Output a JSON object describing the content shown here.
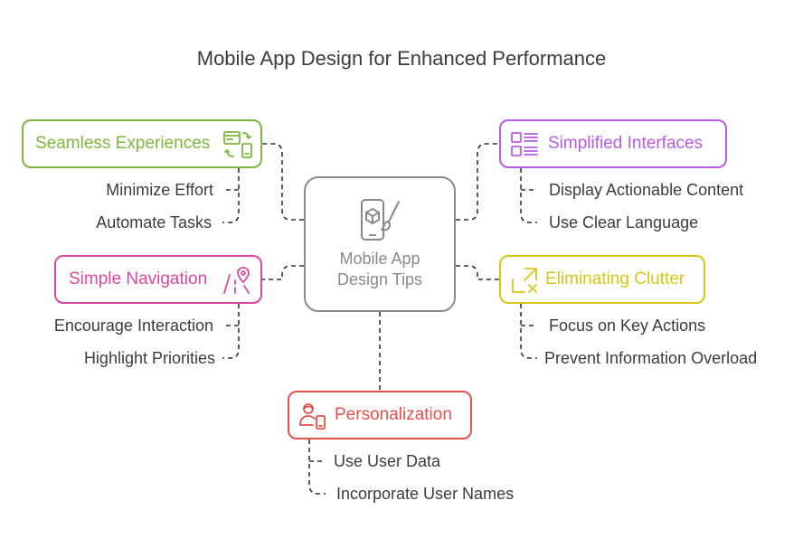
{
  "title": "Mobile App Design for Enhanced Performance",
  "center": {
    "line1": "Mobile App",
    "line2": "Design Tips"
  },
  "branches": {
    "seamless": {
      "label": "Seamless Experiences",
      "icon": "device-sync-icon",
      "color": "#7fb640",
      "items": [
        "Minimize Effort",
        "Automate Tasks"
      ]
    },
    "simplified": {
      "label": "Simplified Interfaces",
      "icon": "list-layout-icon",
      "color": "#b65de3",
      "items": [
        "Display Actionable Content",
        "Use Clear Language"
      ]
    },
    "navigation": {
      "label": "Simple Navigation",
      "icon": "route-pin-icon",
      "color": "#d9489e",
      "items": [
        "Encourage Interaction",
        "Highlight Priorities"
      ]
    },
    "clutter": {
      "label": "Eliminating Clutter",
      "icon": "expand-close-icon",
      "color": "#d6c61a",
      "items": [
        "Focus on Key Actions",
        "Prevent Information Overload"
      ]
    },
    "personalization": {
      "label": "Personalization",
      "icon": "user-device-icon",
      "color": "#e0524b",
      "items": [
        "Use User Data",
        "Incorporate User Names"
      ]
    }
  },
  "center_color": "#8a8a8a"
}
